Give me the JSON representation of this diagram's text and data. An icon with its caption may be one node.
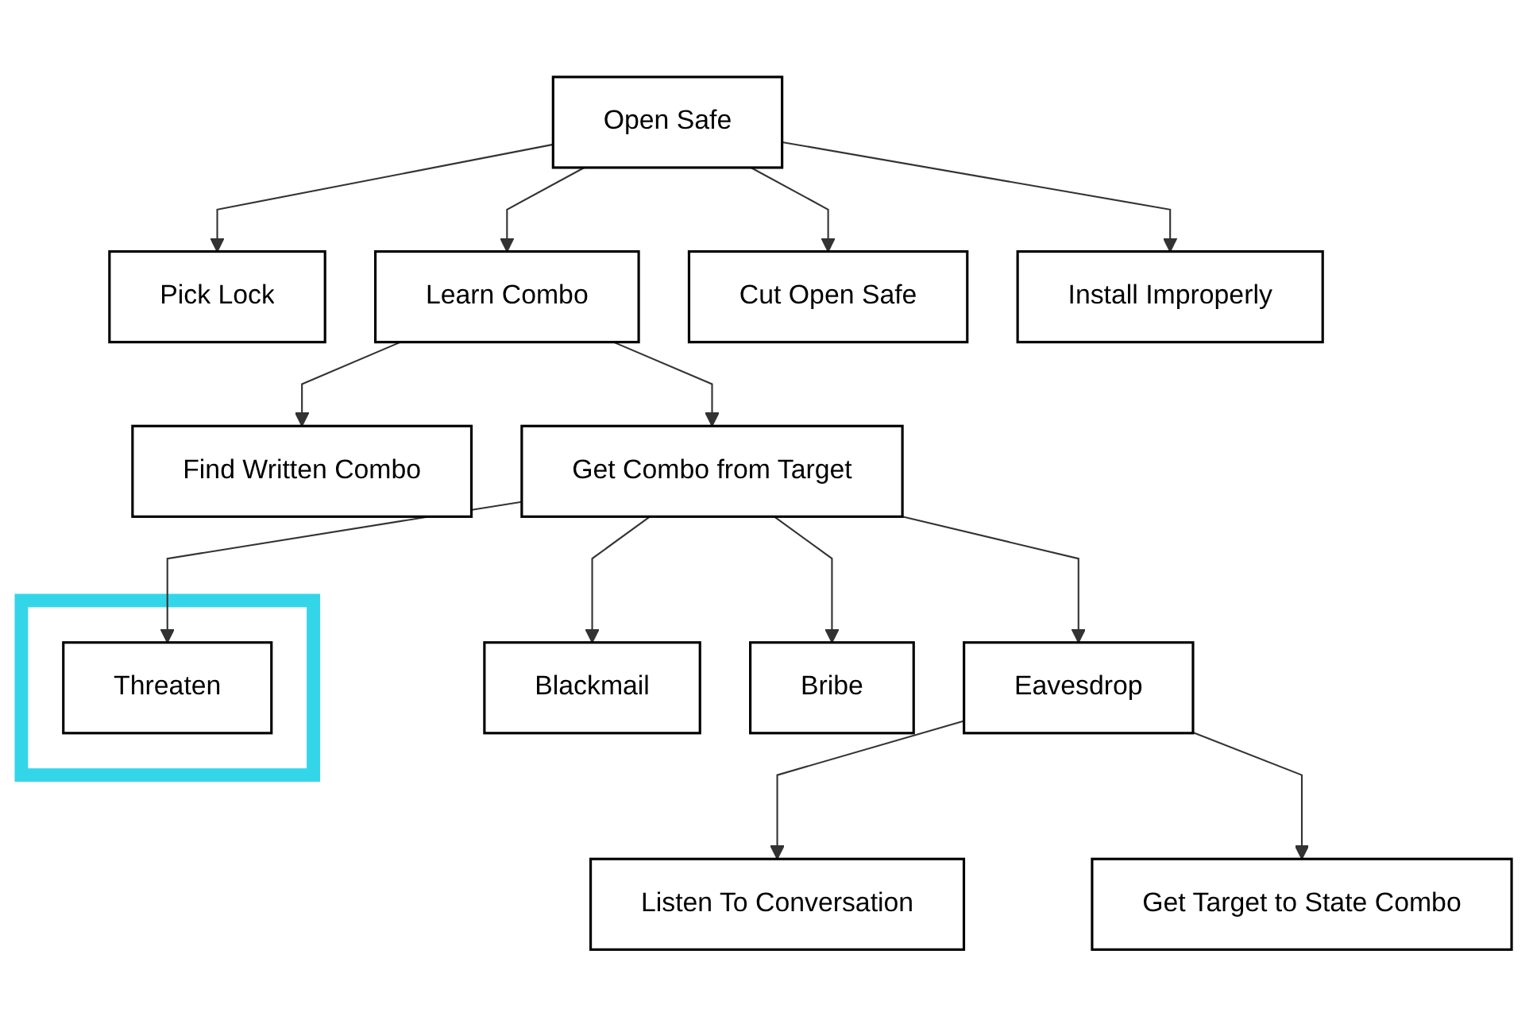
{
  "diagram": {
    "nodes": [
      {
        "text": [
          "Open Safe"
        ]
      },
      {
        "text": [
          "Pick Lock"
        ]
      },
      {
        "text": [
          "Learn Combo"
        ]
      },
      {
        "text": [
          "Cut Open Safe"
        ]
      },
      {
        "text": [
          "Install Improperly"
        ]
      },
      {
        "text": [
          "Find Written Combo"
        ]
      },
      {
        "text": [
          "Get Combo from Target"
        ]
      },
      {
        "text": [],
        "shape": "box"
      },
      {
        "text": [
          "Threaten"
        ],
        "in": 7
      },
      {
        "text": [
          "Blackmail"
        ]
      },
      {
        "text": [
          "Eavesdrop"
        ]
      },
      {
        "text": [
          "Bribe"
        ]
      },
      {
        "text": [
          "Listen To Conversation"
        ]
      },
      {
        "text": [
          "Get Target to State Combo"
        ]
      }
    ],
    "edges": [
      {
        "from": 0,
        "to": 1,
        "arrow": "to"
      },
      {
        "from": 0,
        "to": 2,
        "arrow": "to"
      },
      {
        "from": 0,
        "to": 3,
        "arrow": "to"
      },
      {
        "from": 0,
        "to": 4,
        "arrow": "to"
      },
      {
        "from": 2,
        "to": 5,
        "arrow": "to"
      },
      {
        "from": 2,
        "to": 6,
        "arrow": "to"
      },
      {
        "from": 6,
        "to": 8,
        "arrow": "to"
      },
      {
        "from": 6,
        "to": 9,
        "arrow": "to"
      },
      {
        "from": 6,
        "to": 10,
        "arrow": "to"
      },
      {
        "from": 6,
        "to": 11,
        "arrow": "to"
      },
      {
        "from": 10,
        "to": 12,
        "arrow": "to"
      },
      {
        "from": 10,
        "to": 13,
        "arrow": "to"
      }
    ]
  }
}
